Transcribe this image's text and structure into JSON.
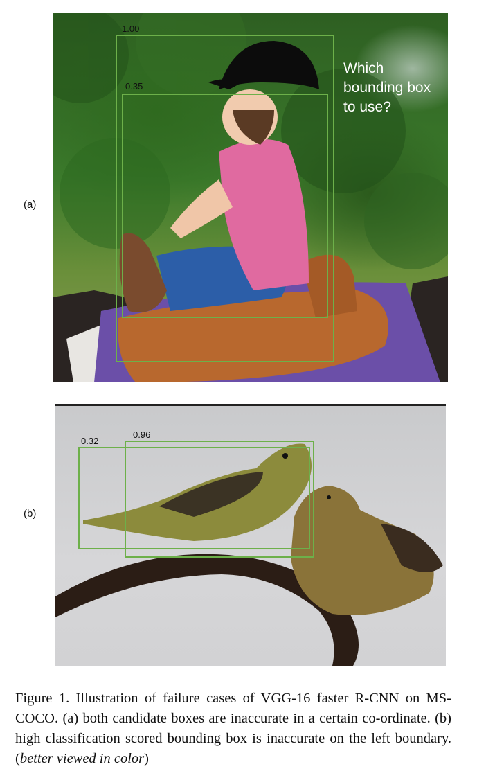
{
  "panels": [
    {
      "label": "(a)",
      "annotation": "Which bounding box to use?",
      "scores": [
        "1.00",
        "0.35"
      ]
    },
    {
      "label": "(b)",
      "scores": [
        "0.32",
        "0.96"
      ]
    }
  ],
  "caption": {
    "prefix": "Figure 1. Illustration of failure cases of VGG-16 faster R-CNN on MS-COCO. (a) both candidate boxes are inaccurate in a certain co-ordinate. (b) high classification scored bounding box is inaccurate on the left boundary. (",
    "emphasis": "better viewed in color",
    "suffix": ")"
  },
  "colors": {
    "box_outline": "#6db04a",
    "saddle_pad": "#6b4fa8",
    "shirt": "#e06aa0"
  }
}
